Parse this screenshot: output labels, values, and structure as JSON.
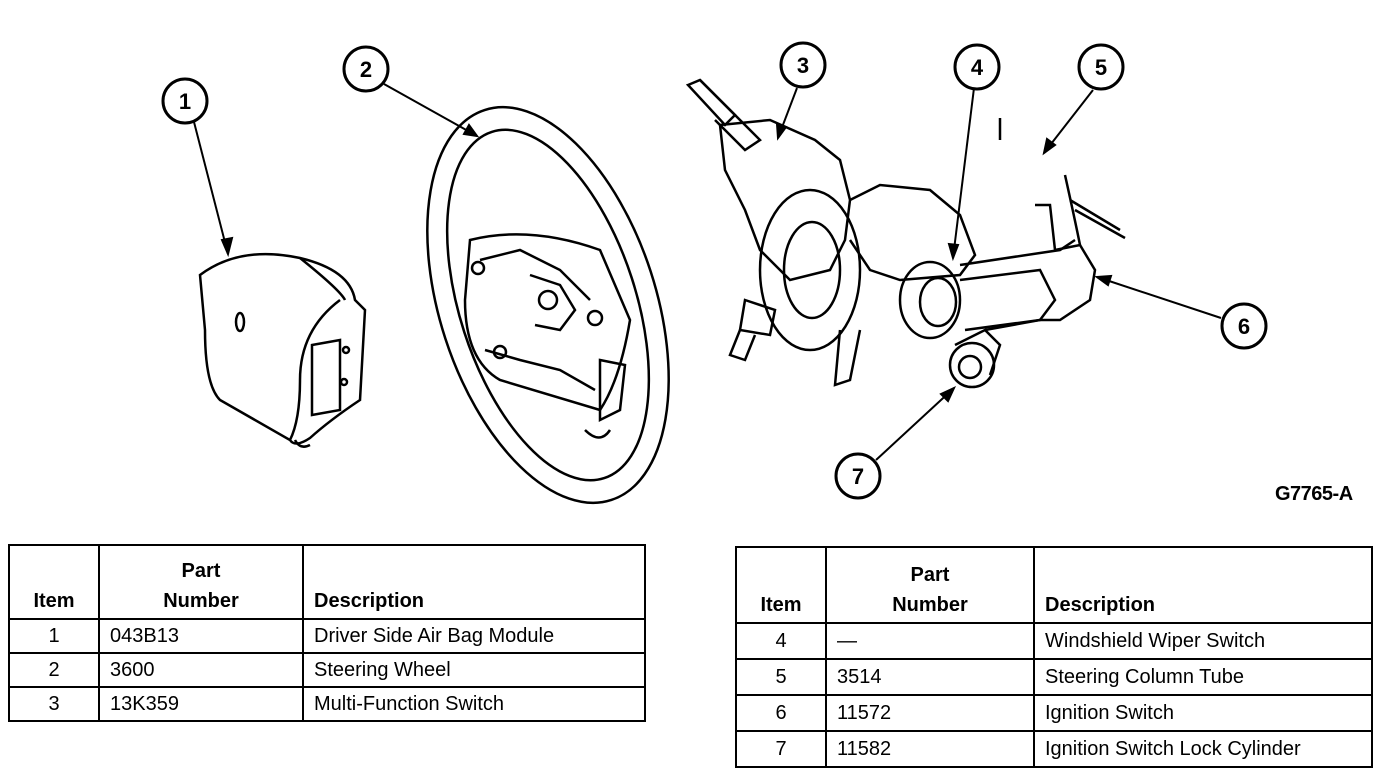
{
  "figure_code": "G7765-A",
  "callouts": [
    "1",
    "2",
    "3",
    "4",
    "5",
    "6",
    "7"
  ],
  "table_headers": {
    "item": "Item",
    "part_number_line1": "Part",
    "part_number_line2": "Number",
    "description": "Description"
  },
  "tables": [
    {
      "rows": [
        {
          "item": "1",
          "part_number": "043B13",
          "description": "Driver Side Air Bag Module"
        },
        {
          "item": "2",
          "part_number": "3600",
          "description": "Steering Wheel"
        },
        {
          "item": "3",
          "part_number": "13K359",
          "description": "Multi-Function Switch"
        }
      ]
    },
    {
      "rows": [
        {
          "item": "4",
          "part_number": "—",
          "description": "Windshield Wiper Switch"
        },
        {
          "item": "5",
          "part_number": "3514",
          "description": "Steering Column Tube"
        },
        {
          "item": "6",
          "part_number": "11572",
          "description": "Ignition Switch"
        },
        {
          "item": "7",
          "part_number": "11582",
          "description": "Ignition Switch Lock Cylinder"
        }
      ]
    }
  ]
}
